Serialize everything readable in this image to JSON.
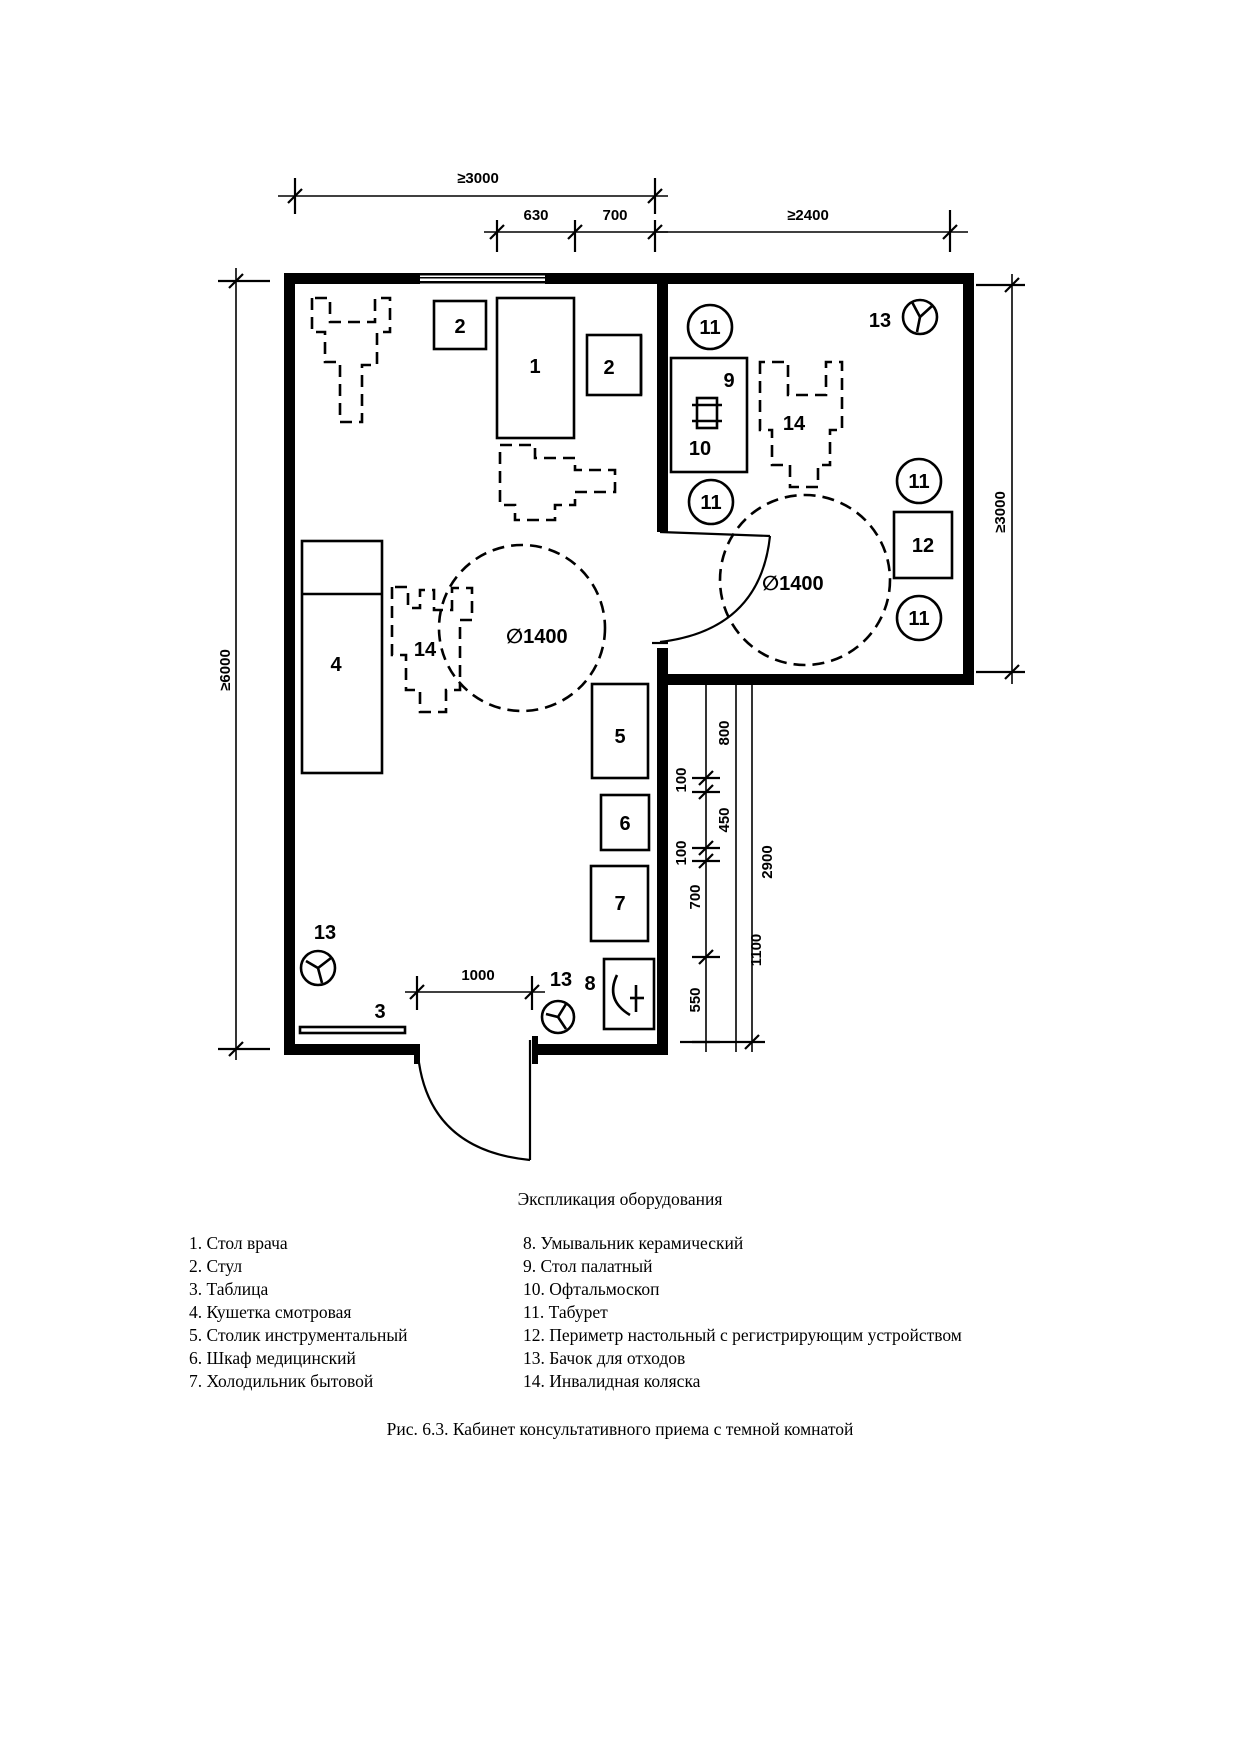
{
  "plan": {
    "dimensions": {
      "top_total": "≥3000",
      "top_a": "630",
      "top_b": "700",
      "top_right": "≥2400",
      "left_total": "≥6000",
      "right_room": "≥3000",
      "door_width": "1000",
      "d800": "800",
      "d100a": "100",
      "d450": "450",
      "d100b": "100",
      "d700": "700",
      "d1100": "1100",
      "d550": "550",
      "d2900": "2900"
    },
    "turning_circle": "∅1400",
    "turning_circle_dark": "∅1400",
    "labels": {
      "n1": "1",
      "n2a": "2",
      "n2b": "2",
      "n3": "3",
      "n4": "4",
      "n5": "5",
      "n6": "6",
      "n7": "7",
      "n8": "8",
      "n9": "9",
      "n10": "10",
      "n11a": "11",
      "n11b": "11",
      "n11c": "11",
      "n11d": "11",
      "n12": "12",
      "n13a": "13",
      "n13b": "13",
      "n13c": "13",
      "n14a": "14",
      "n14b": "14"
    }
  },
  "legend": {
    "title": "Экспликация оборудования",
    "left": [
      "1. Стол врача",
      "2. Стул",
      "3. Таблица",
      "4. Кушетка смотровая",
      "5. Столик инструментальный",
      "6. Шкаф медицинский",
      "7. Холодильник бытовой"
    ],
    "right": [
      "8. Умывальник керамический",
      "9. Стол палатный",
      "10. Офтальмоскоп",
      "11. Табурет",
      "12. Периметр настольный с регистрирующим устройством",
      "13. Бачок для отходов",
      "14. Инвалидная коляска"
    ]
  },
  "caption": "Рис. 6.3. Кабинет консультативного приема с темной комнатой"
}
